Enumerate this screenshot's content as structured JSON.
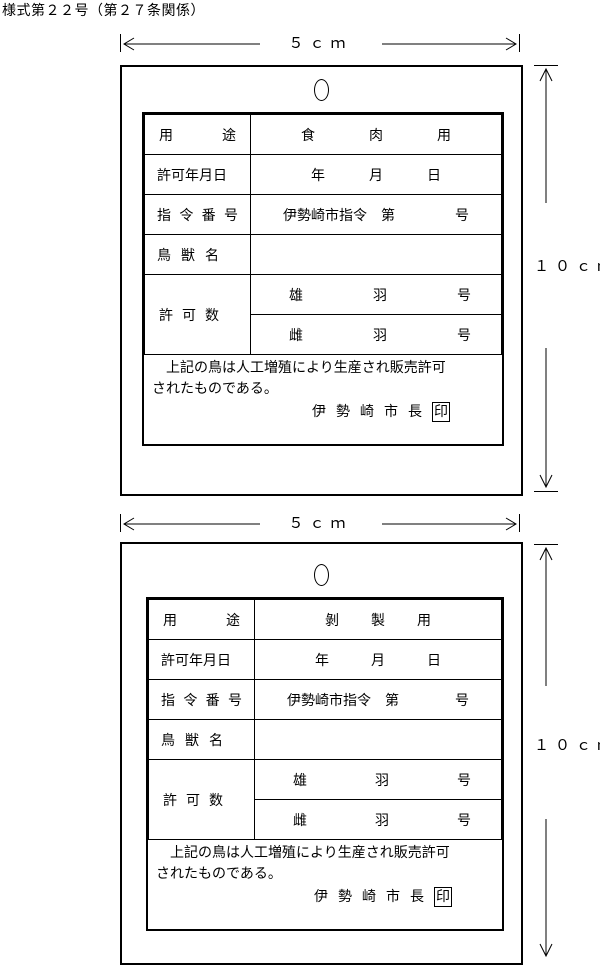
{
  "form_title": "様式第２２号（第２７条関係）",
  "dimensions": {
    "width_label": "５ｃｍ",
    "height_label": "１０ｃｍ"
  },
  "labels": {
    "purpose": [
      "用",
      "途"
    ],
    "permit_date": "許可年月日",
    "order_number": [
      "指",
      "令",
      "番",
      "号"
    ],
    "bird_name": [
      "鳥",
      "獣",
      "名"
    ],
    "permit_count": [
      "許",
      "可",
      "数"
    ]
  },
  "values": {
    "date": [
      "年",
      "月",
      "日"
    ],
    "order": "伊勢崎市指令　第",
    "order_suffix": "号",
    "male": [
      "雄",
      "羽",
      "号"
    ],
    "female": [
      "雌",
      "羽",
      "号"
    ]
  },
  "note": {
    "line1": "上記の鳥は人工増殖により生産され販売許可",
    "line2": "されたものである。",
    "signer": "伊勢崎市長",
    "seal": "印"
  },
  "cards": [
    {
      "purpose_value": [
        "食",
        "肉",
        "用"
      ]
    },
    {
      "purpose_value": [
        "剝",
        "製",
        "用"
      ]
    }
  ]
}
